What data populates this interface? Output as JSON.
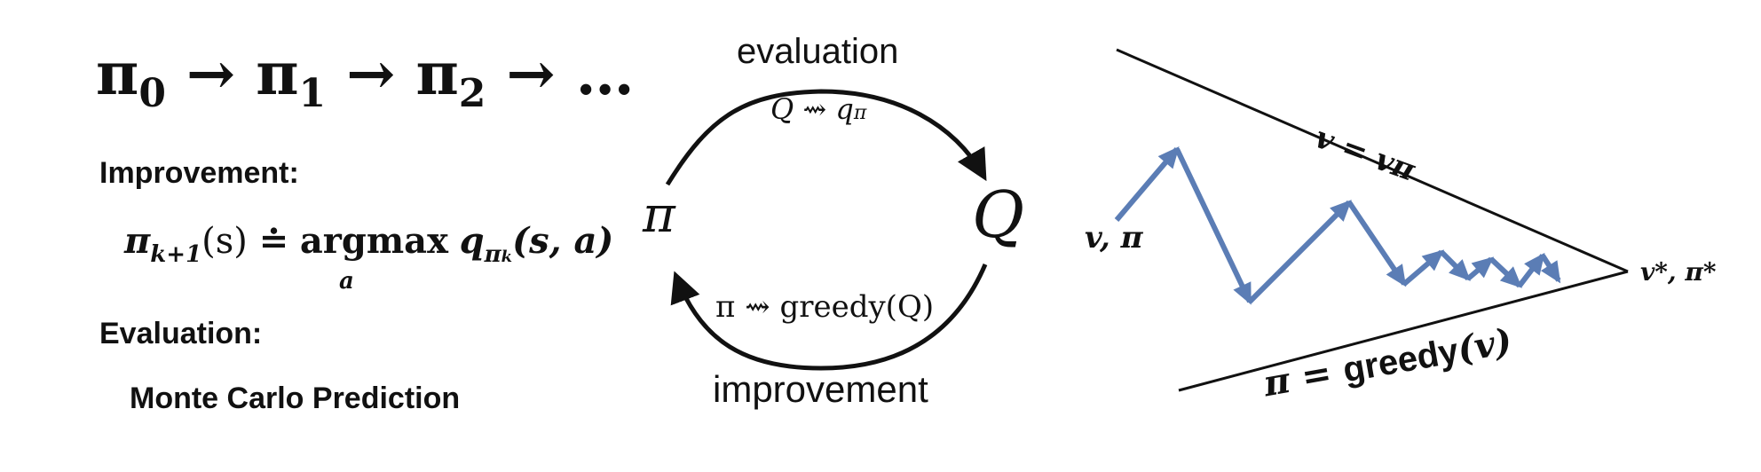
{
  "left_panel": {
    "sequence": {
      "pi0": "π",
      "s0": "0",
      "pi1": "π",
      "s1": "1",
      "pi2": "π",
      "s2": "2",
      "arrow": "→",
      "ellipsis": "…"
    },
    "improvement_label": "Improvement:",
    "formula": {
      "lhs_pi": "π",
      "lhs_sub": "k+1",
      "lhs_args": "(s)",
      "defeq": "≐",
      "argmax": "argmax",
      "argmax_sub": "a",
      "q": "q",
      "q_sub": "π",
      "q_subsub": "k",
      "q_args": "(s, a)"
    },
    "evaluation_label": "Evaluation:",
    "method_label": "Monte Carlo Prediction"
  },
  "cycle_diagram": {
    "top_word": "evaluation",
    "top_math_q": "Q",
    "top_math_arrow": "⇝",
    "top_math_q_pi": "q",
    "top_math_pi_sub": "π",
    "bottom_word": "improvement",
    "bottom_math": "π ⇝ greedy(Q)",
    "left_node": "π",
    "right_node": "Q"
  },
  "convergence_diagram": {
    "start_label": "v, π",
    "end_label": "v*, π*",
    "top_line_label": "v = vπ",
    "bottom_line_prefix": "π = ",
    "bottom_line_greedy": "greedy",
    "bottom_line_arg": "(v)",
    "arrow_color": "#5B7DB5"
  }
}
